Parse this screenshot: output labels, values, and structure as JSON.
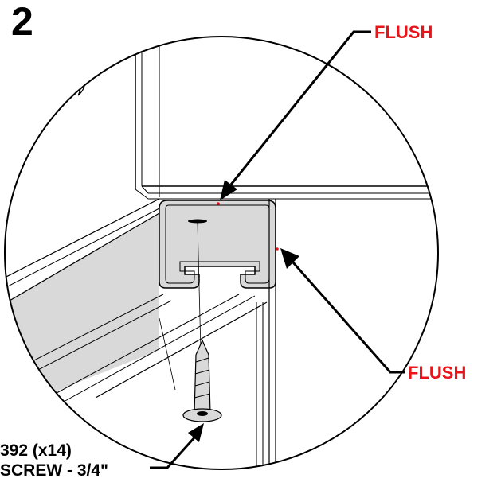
{
  "step": {
    "number": "2"
  },
  "callouts": {
    "flush_top": "FLUSH",
    "flush_bottom": "FLUSH"
  },
  "part": {
    "quantity_line": "392 (x14)",
    "description_line": "SCREW - 3/4\""
  },
  "colors": {
    "callout_text": "#e8141a",
    "channel_fill": "#d9d9d9",
    "lines": "#000000"
  },
  "icons": {
    "screw": "screw-icon"
  }
}
